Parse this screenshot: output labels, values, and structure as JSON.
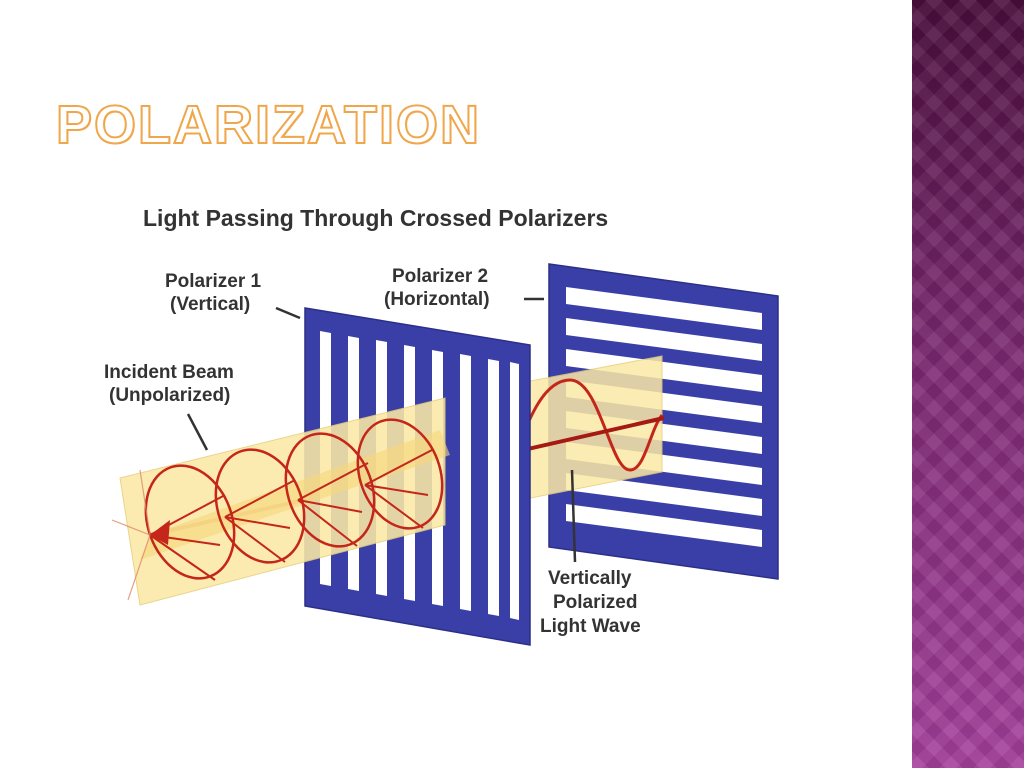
{
  "slide": {
    "title": "POLARIZATION"
  },
  "diagram": {
    "heading": "Light Passing Through Crossed Polarizers",
    "polarizer1": {
      "line1": "Polarizer 1",
      "line2": "(Vertical)"
    },
    "polarizer2": {
      "line1": "Polarizer 2",
      "line2": "(Horizontal)"
    },
    "incident_beam": {
      "line1": "Incident Beam",
      "line2": "(Unpolarized)"
    },
    "polarized_wave": {
      "line1": "Vertically",
      "line2": "Polarized",
      "line3": "Light Wave"
    }
  },
  "colors": {
    "title_outline": "#f0a64a",
    "polarizer": "#3a3fa8",
    "beam": "#fbe9a6",
    "wave": "#c4261a",
    "side_band_top": "#4a0e3c",
    "side_band_bottom": "#a43f9c"
  }
}
